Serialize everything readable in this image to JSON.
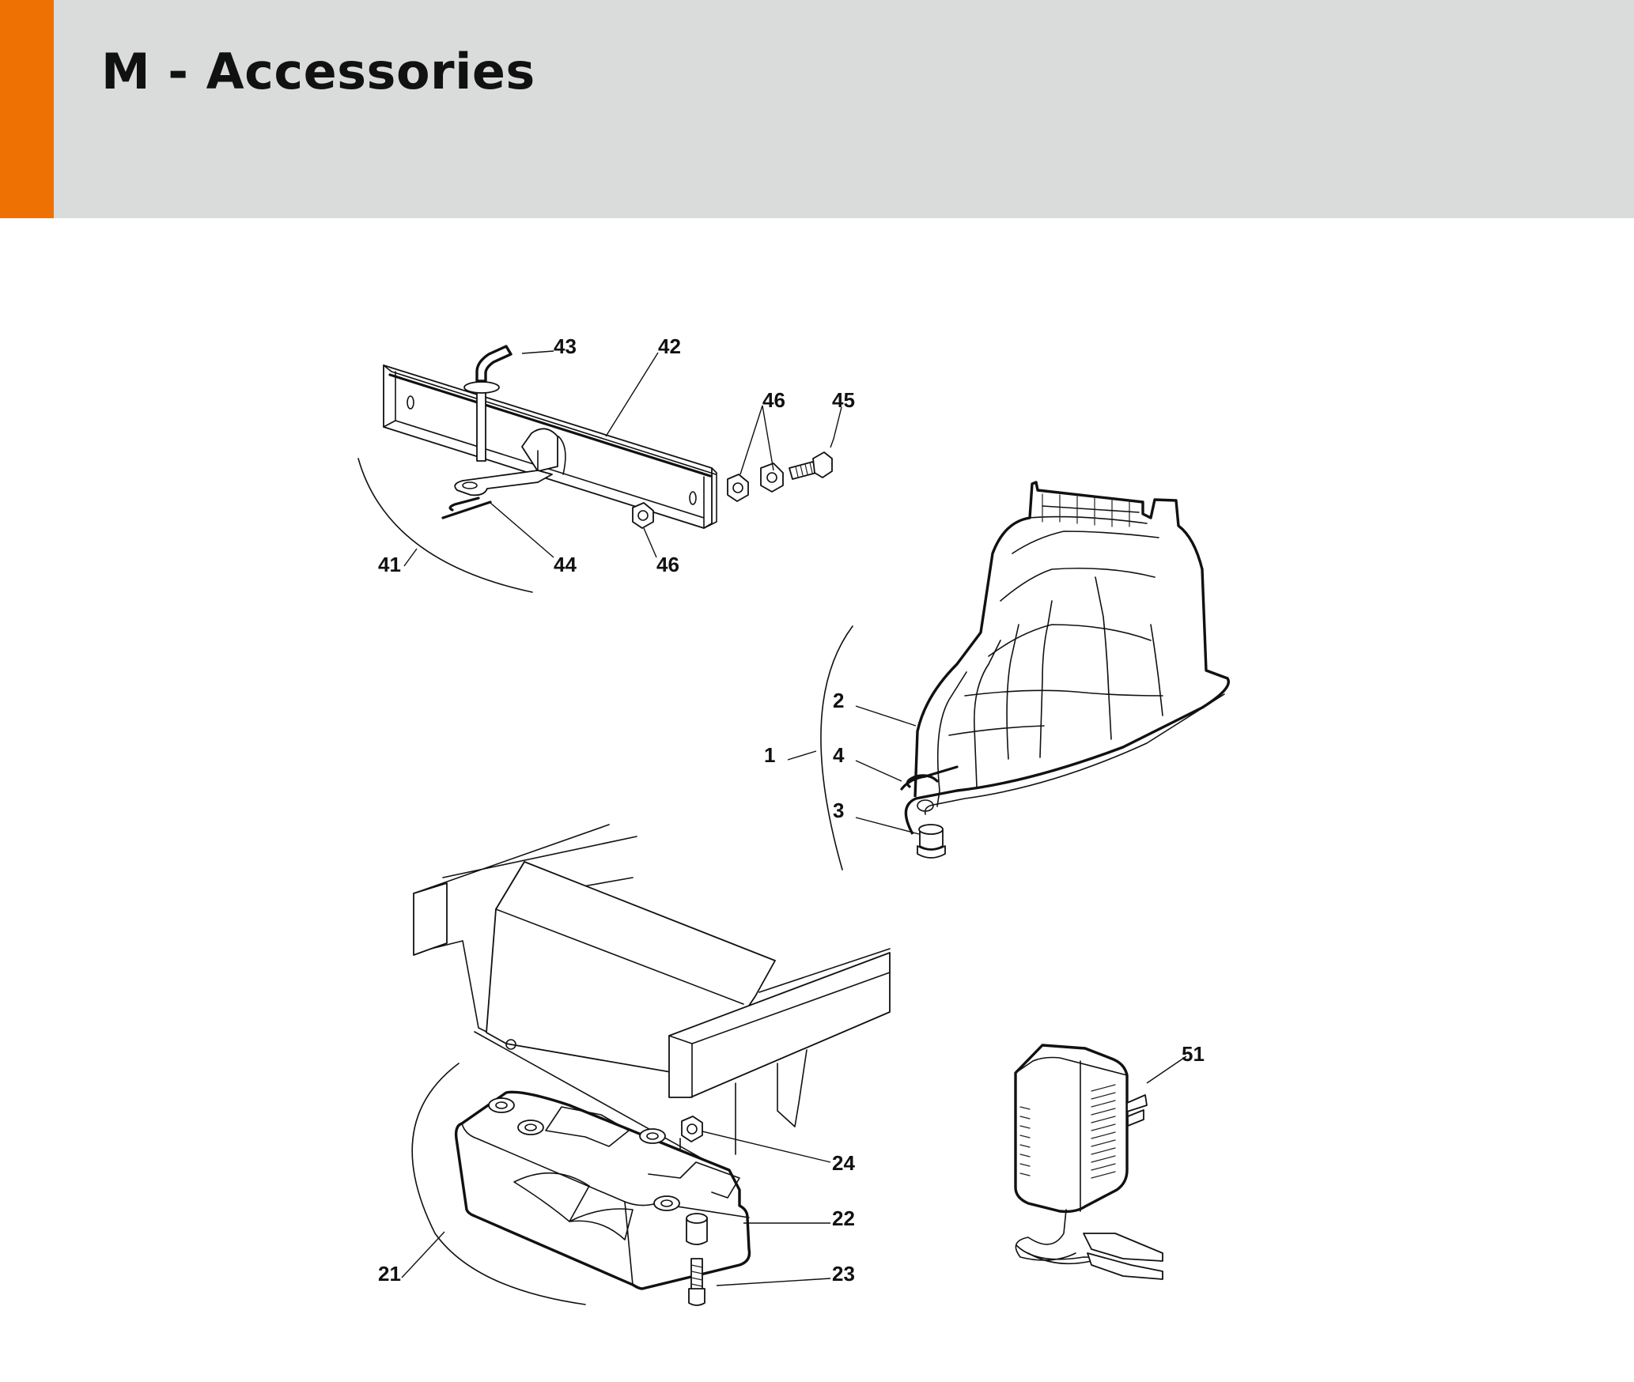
{
  "header": {
    "title": "M - Accessories",
    "accent_color": "#ee7203",
    "background_color": "#dadbdb"
  },
  "callouts": {
    "c43": "43",
    "c42": "42",
    "c46a": "46",
    "c45": "45",
    "c41": "41",
    "c44": "44",
    "c46b": "46",
    "c2": "2",
    "c1": "1",
    "c4": "4",
    "c3": "3",
    "c51": "51",
    "c24": "24",
    "c22": "22",
    "c21": "21",
    "c23": "23"
  }
}
